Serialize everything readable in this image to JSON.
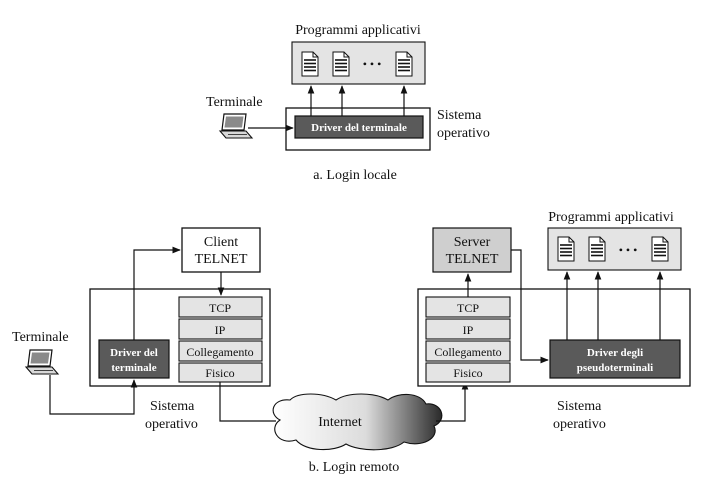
{
  "local": {
    "apps_title": "Programmi applicativi",
    "ellipsis": "• • •",
    "terminal_label": "Terminale",
    "driver_label": "Driver del terminale",
    "os_label_1": "Sistema",
    "os_label_2": "operativo",
    "caption": "a. Login locale"
  },
  "remote": {
    "client_1": "Client",
    "client_2": "TELNET",
    "server_1": "Server",
    "server_2": "TELNET",
    "stack": [
      "TCP",
      "IP",
      "Collegamento",
      "Fisico"
    ],
    "terminal_label": "Terminale",
    "driver_1": "Driver del",
    "driver_2": "terminale",
    "pseudo_1": "Driver degli",
    "pseudo_2": "pseudoterminali",
    "apps_title": "Programmi applicativi",
    "ellipsis": "• • •",
    "internet_label": "Internet",
    "os_label_1": "Sistema",
    "os_label_2": "operativo",
    "caption": "b. Login remoto"
  },
  "colors": {
    "dark_box": "#5a5a5a",
    "light_box": "#e4e4e4"
  }
}
